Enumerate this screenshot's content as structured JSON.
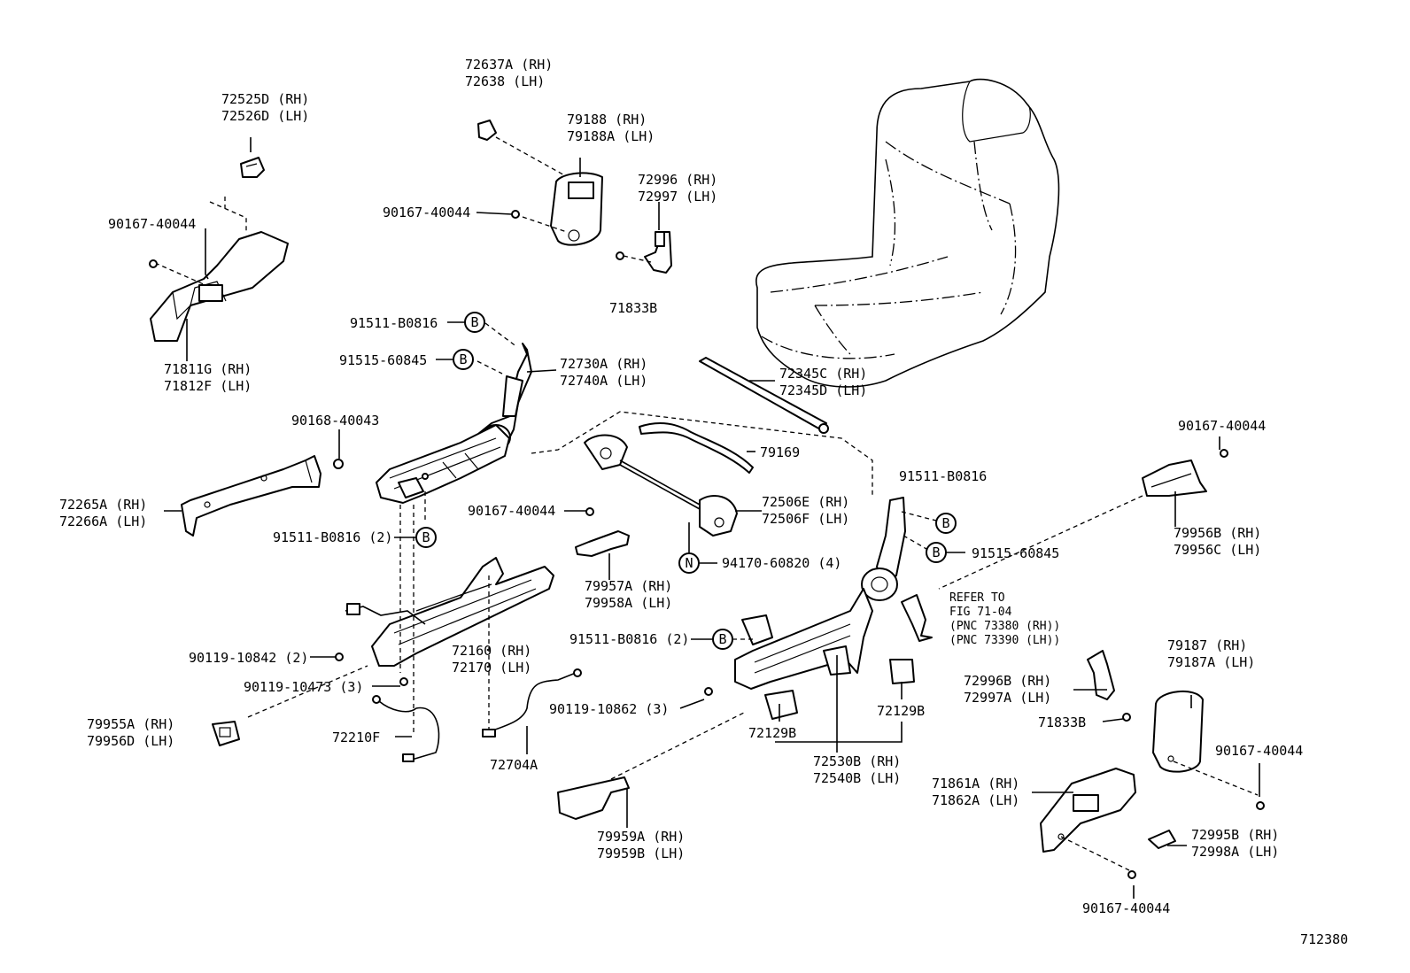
{
  "diagram": {
    "figure_number": "712380",
    "labels": {
      "l72637": [
        "72637A (RH)",
        "72638  (LH)"
      ],
      "l72525": [
        "72525D (RH)",
        "72526D (LH)"
      ],
      "l79188": [
        "79188  (RH)",
        "79188A (LH)"
      ],
      "l90167a": [
        "90167-40044"
      ],
      "l90167b": [
        "90167-40044"
      ],
      "l72996": [
        "72996 (RH)",
        "72997 (LH)"
      ],
      "l71833a": [
        "71833B"
      ],
      "l91511a": [
        "91511-B0816"
      ],
      "l71811": [
        "71811G (RH)",
        "71812F (LH)"
      ],
      "l91515a": [
        "91515-60845"
      ],
      "l72730": [
        "72730A (RH)",
        "72740A (LH)"
      ],
      "l72345": [
        "72345C (RH)",
        "72345D (LH)"
      ],
      "l90168": [
        "90168-40043"
      ],
      "l79169": [
        "79169"
      ],
      "l90167c": [
        "90167-40044"
      ],
      "l91511b": [
        "91511-B0816"
      ],
      "l72265": [
        "72265A (RH)",
        "72266A (LH)"
      ],
      "l90167d": [
        "90167-40044"
      ],
      "l72506": [
        "72506E (RH)",
        "72506F (LH)"
      ],
      "l91511c": [
        "91511-B0816 (2)"
      ],
      "l94170": [
        "94170-60820 (4)"
      ],
      "l91515b": [
        "91515-60845"
      ],
      "l79956": [
        "79956B (RH)",
        "79956C (LH)"
      ],
      "l79957": [
        "79957A (RH)",
        "79958A (LH)"
      ],
      "lrefer": [
        "REFER TO",
        "FIG 71-04",
        "(PNC 73380 (RH))",
        "(PNC 73390 (LH))"
      ],
      "l72160": [
        "72160 (RH)",
        "72170 (LH)"
      ],
      "l91511d": [
        "91511-B0816 (2)"
      ],
      "l79187": [
        "79187  (RH)",
        "79187A (LH)"
      ],
      "l90119a": [
        "90119-10842 (2)"
      ],
      "l90119b": [
        "90119-10473 (3)"
      ],
      "l72996b": [
        "72996B (RH)",
        "72997A (LH)"
      ],
      "l71833b": [
        "71833B"
      ],
      "l79955": [
        "79955A (RH)",
        "79956D (LH)"
      ],
      "l90119c": [
        "90119-10862 (3)"
      ],
      "l72129a": [
        "72129B"
      ],
      "l72129b": [
        "72129B"
      ],
      "l72210": [
        "72210F"
      ],
      "l72704": [
        "72704A"
      ],
      "l72530": [
        "72530B (RH)",
        "72540B (LH)"
      ],
      "l90167e": [
        "90167-40044"
      ],
      "l71861": [
        "71861A (RH)",
        "71862A (LH)"
      ],
      "l79959": [
        "79959A (RH)",
        "79959B (LH)"
      ],
      "l72995": [
        "72995B (RH)",
        "72998A (LH)"
      ],
      "l90167f": [
        "90167-40044"
      ]
    },
    "callouts": {
      "b1": "B",
      "b2": "B",
      "b3": "B",
      "b4": "B",
      "b5": "B",
      "b6": "B",
      "n1": "N"
    }
  }
}
